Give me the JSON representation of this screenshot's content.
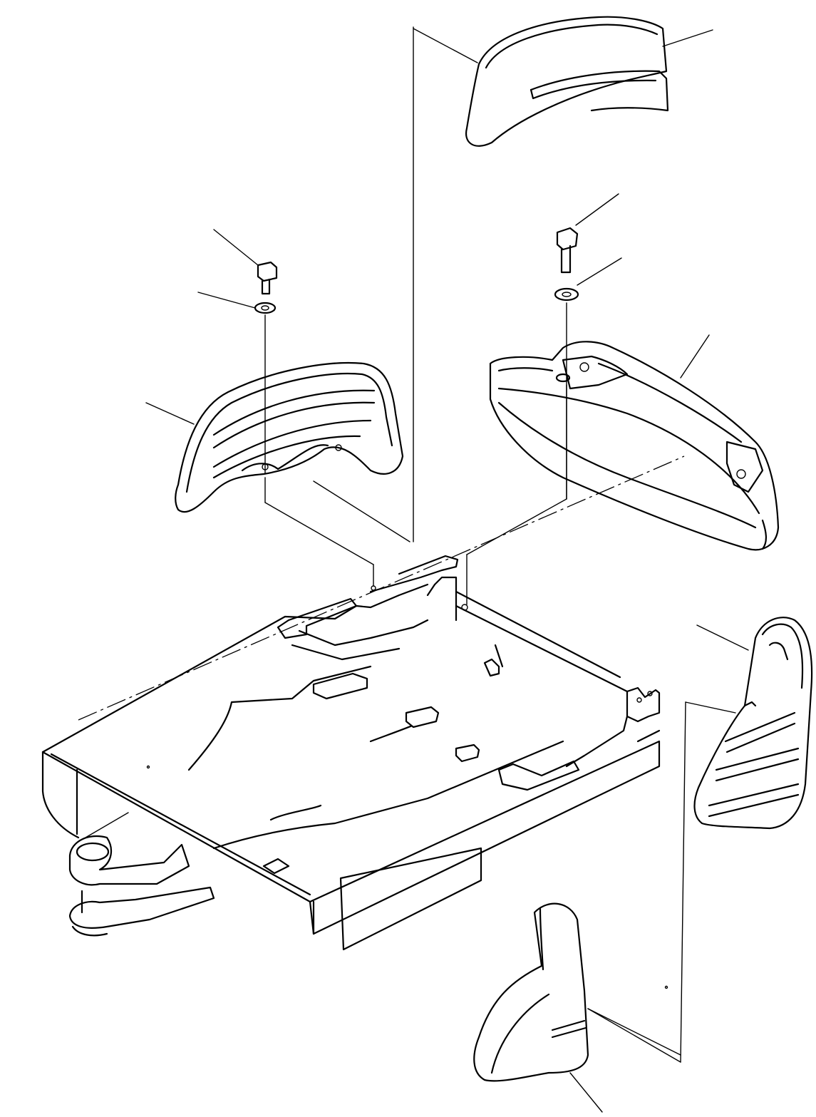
{
  "diagram": {
    "parts": [
      "headrest-cover",
      "left-armrest-bracket",
      "right-armrest-bracket",
      "bolt-left",
      "washer-left",
      "bolt-right",
      "washer-right",
      "seat-base-frame",
      "side-cover-upper",
      "side-cover-lower"
    ],
    "colors": {
      "ink": "#000000",
      "paper": "#ffffff"
    }
  }
}
